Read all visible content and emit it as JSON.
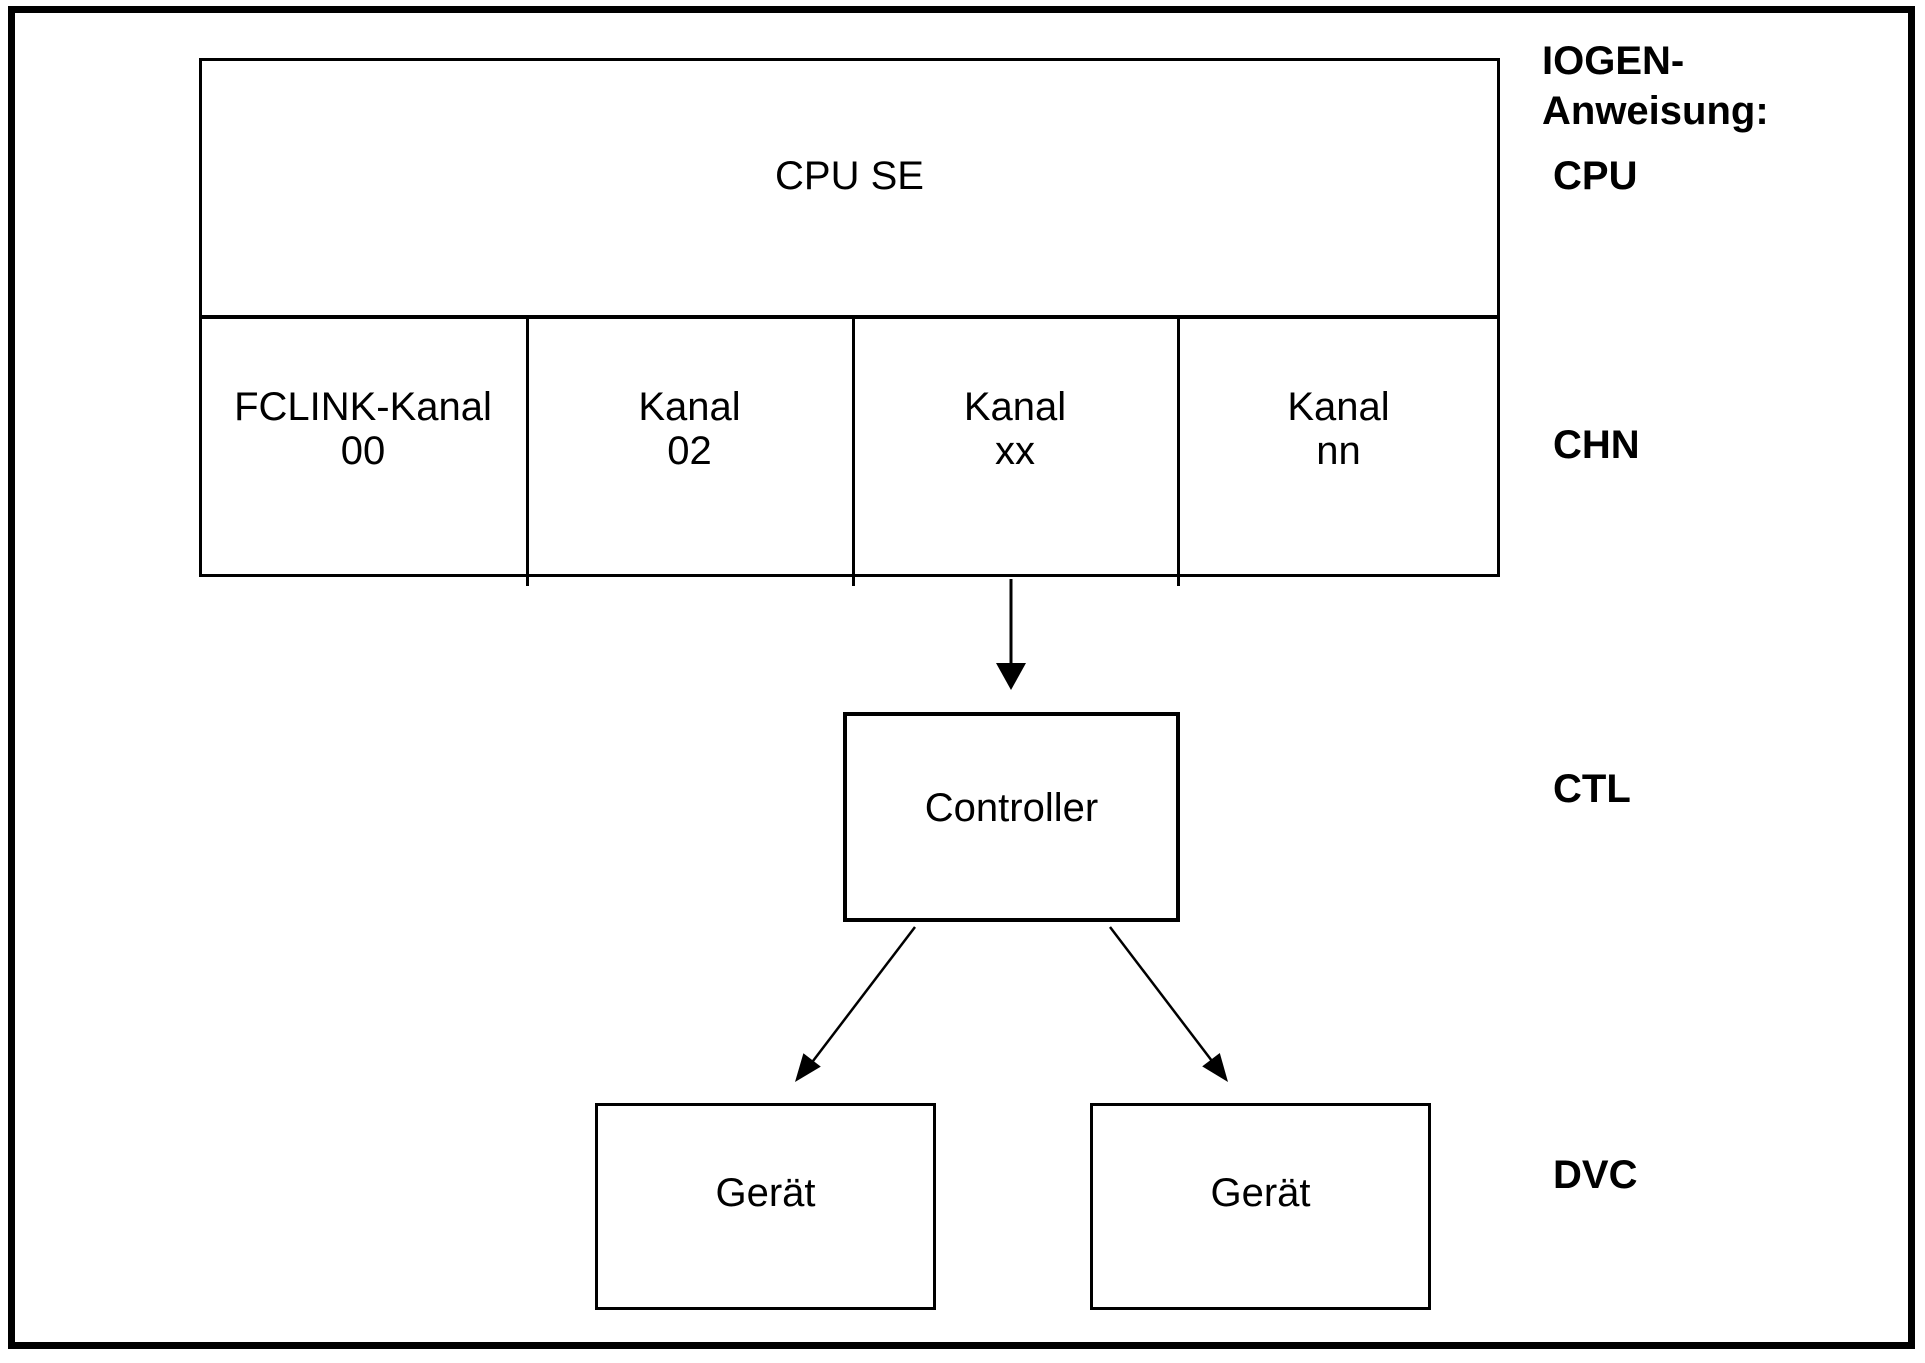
{
  "diagram": {
    "cpu_label": "CPU SE",
    "channels": [
      {
        "name": "FCLINK-Kanal",
        "id": "00"
      },
      {
        "name": "Kanal",
        "id": "02"
      },
      {
        "name": "Kanal",
        "id": "xx"
      },
      {
        "name": "Kanal",
        "id": "nn"
      }
    ],
    "controller_label": "Controller",
    "devices": [
      {
        "label": "Gerät"
      },
      {
        "label": "Gerät"
      }
    ],
    "legend": {
      "title_line1": "IOGEN-",
      "title_line2": "Anweisung:",
      "levels": [
        {
          "label": "CPU"
        },
        {
          "label": "CHN"
        },
        {
          "label": "CTL"
        },
        {
          "label": "DVC"
        }
      ]
    },
    "colors": {
      "line": "#000000",
      "text": "#000000",
      "background": "#ffffff"
    }
  }
}
